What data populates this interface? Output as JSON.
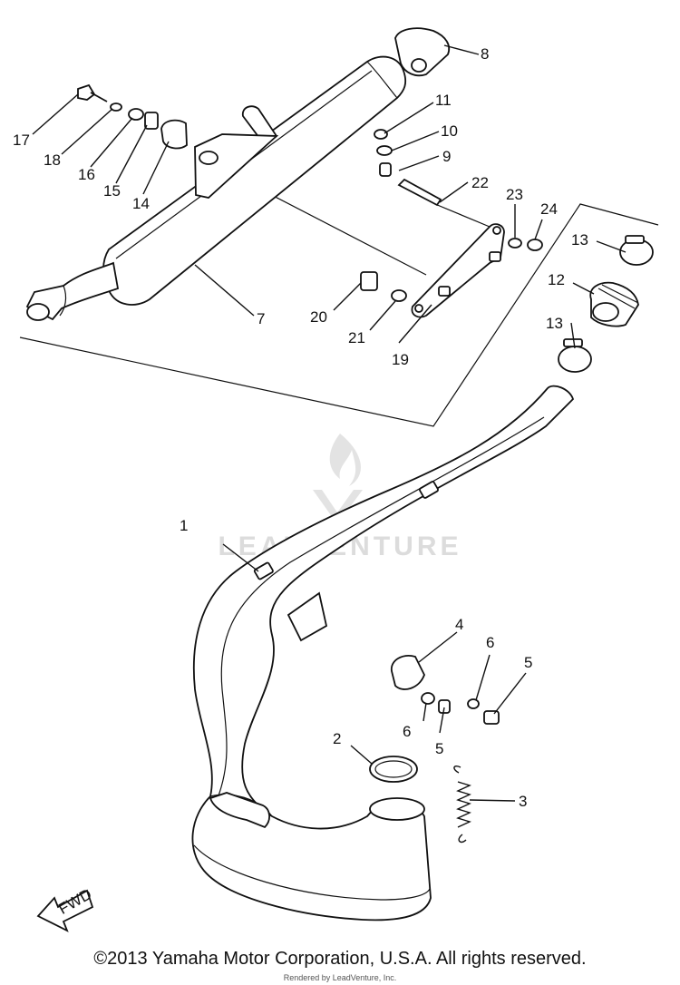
{
  "callouts": {
    "p1": "1",
    "p2": "2",
    "p3": "3",
    "p4": "4",
    "p5a": "5",
    "p5b": "5",
    "p6a": "6",
    "p6b": "6",
    "p7": "7",
    "p8": "8",
    "p9": "9",
    "p10": "10",
    "p11": "11",
    "p12": "12",
    "p13a": "13",
    "p13b": "13",
    "p14": "14",
    "p15": "15",
    "p16": "16",
    "p17": "17",
    "p18": "18",
    "p19": "19",
    "p20": "20",
    "p21": "21",
    "p22": "22",
    "p23": "23",
    "p24": "24"
  },
  "fwd_label": "FWD",
  "watermark": {
    "text": "LEADVENTURE",
    "icon": "flame-logo-icon"
  },
  "footer": {
    "copyright": "©2013 Yamaha Motor Corporation, U.S.A. All rights reserved.",
    "rendered_by": "Rendered by LeadVenture, Inc."
  }
}
